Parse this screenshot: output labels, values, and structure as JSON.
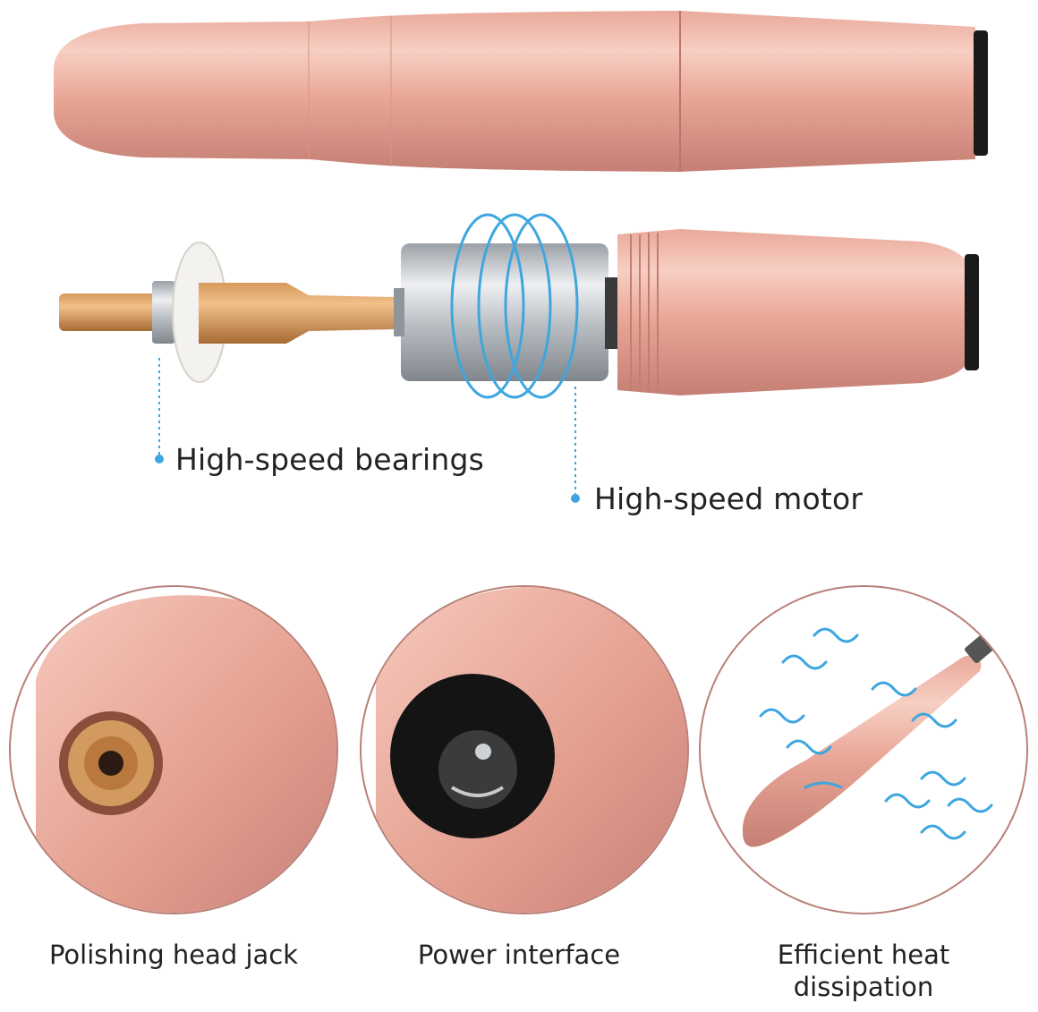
{
  "callouts": {
    "bearings": "High-speed bearings",
    "motor": "High-speed motor"
  },
  "features": [
    {
      "id": "polishing-head-jack",
      "caption": "Polishing head jack"
    },
    {
      "id": "power-interface",
      "caption": "Power interface"
    },
    {
      "id": "heat-dissipation",
      "caption_line1": "Efficient heat",
      "caption_line2": "dissipation"
    }
  ],
  "colors": {
    "rose_gold": "#e7a596",
    "rose_gold_light": "#f6cabd",
    "rose_gold_dark": "#c8837a",
    "accent_blue": "#3ea6df",
    "brass": "#c98a49"
  }
}
